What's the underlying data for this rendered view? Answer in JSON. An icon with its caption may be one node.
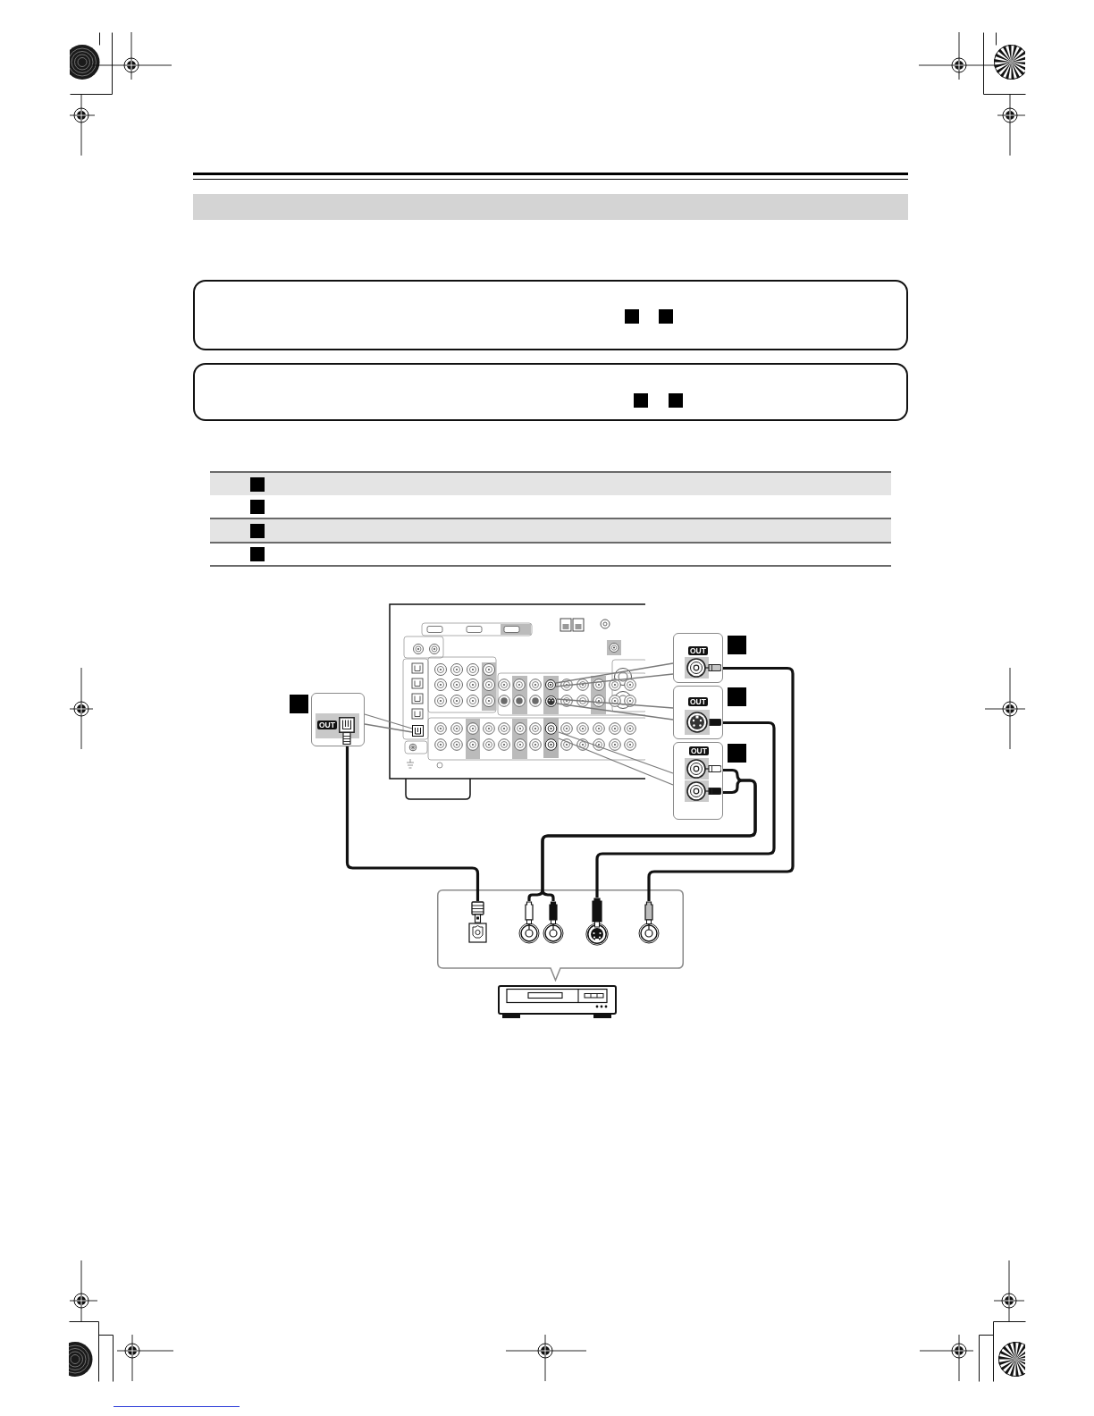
{
  "diagram": {
    "nodes": [
      {
        "text": [],
        "shape": "bar"
      },
      {
        "text": [],
        "shape": "box"
      },
      {
        "text": [],
        "shape": "box"
      },
      {
        "text": [],
        "shape": "picture"
      },
      {
        "text": [],
        "shape": "box",
        "in": 3
      },
      {
        "text": [],
        "shape": "circle",
        "in": 3
      },
      {
        "text": [],
        "shape": "circle",
        "in": 3
      },
      {
        "text": [],
        "shape": "box",
        "in": 3
      },
      {
        "text": [
          "OUT"
        ]
      },
      {
        "text": [
          "OUT"
        ]
      },
      {
        "text": [
          "OUT"
        ]
      },
      {
        "text": [
          "OUT"
        ]
      },
      {
        "text": [],
        "shape": "box"
      },
      {
        "text": [],
        "shape": "box",
        "in": 12
      },
      {
        "text": [],
        "shape": "circle",
        "in": 12
      },
      {
        "text": [],
        "shape": "circle",
        "in": 12
      },
      {
        "text": [],
        "shape": "circle",
        "in": 12
      },
      {
        "text": [],
        "shape": "circle",
        "in": 12
      },
      {
        "text": [],
        "shape": "picture"
      }
    ],
    "edges": [
      {
        "from": 8,
        "to": 4,
        "arrow": "none",
        "color": "#7a7a7a"
      },
      {
        "from": 9,
        "to": 5,
        "arrow": "none",
        "color": "#7a7a7a"
      },
      {
        "from": 10,
        "to": 6,
        "arrow": "none",
        "color": "#7a7a7a"
      },
      {
        "from": 11,
        "to": 7,
        "arrow": "none",
        "color": "#7a7a7a"
      },
      {
        "from": 8,
        "to": 13,
        "arrow": "none"
      },
      {
        "from": 11,
        "to": 14,
        "arrow": "none"
      },
      {
        "from": 11,
        "to": 15,
        "arrow": "none"
      },
      {
        "from": 10,
        "to": 16,
        "arrow": "none"
      },
      {
        "from": 9,
        "to": 17,
        "arrow": "none"
      }
    ]
  }
}
